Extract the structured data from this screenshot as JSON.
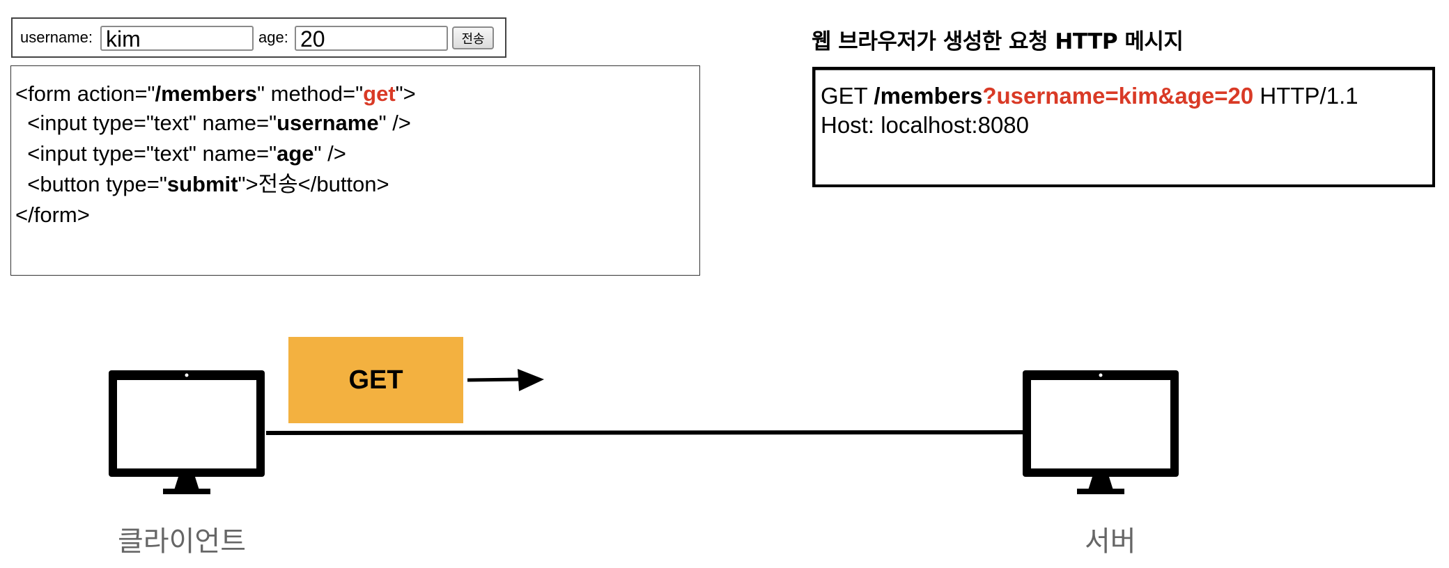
{
  "form_preview": {
    "username_label": "username:",
    "username_value": "kim",
    "age_label": "age:",
    "age_value": "20",
    "submit_label": "전송"
  },
  "code": {
    "line1": {
      "open": "<form action=\"",
      "action": "/members",
      "mid": "\" method=\"",
      "method": "get",
      "close": "\">"
    },
    "line2": {
      "open": "  <input type=\"text\" name=\"",
      "name": "username",
      "close": "\" />"
    },
    "line3": {
      "open": "  <input type=\"text\" name=\"",
      "name": "age",
      "close": "\" />"
    },
    "line4": {
      "open": "  <button type=\"",
      "type": "submit",
      "mid": "\">",
      "label": "전송",
      "close": "</button>"
    },
    "line5": "</form>"
  },
  "http_message": {
    "title": "웹 브라우저가 생성한 요청 HTTP 메시지",
    "request_line": {
      "method": "GET ",
      "path": "/members",
      "query": "?username=kim&age=20",
      "version": " HTTP/1.1"
    },
    "host_line": "Host: localhost:8080"
  },
  "diagram": {
    "method_label": "GET",
    "client_label": "클라이언트",
    "server_label": "서버",
    "method_color": "#f3b140",
    "highlight_color": "#d93a26"
  }
}
